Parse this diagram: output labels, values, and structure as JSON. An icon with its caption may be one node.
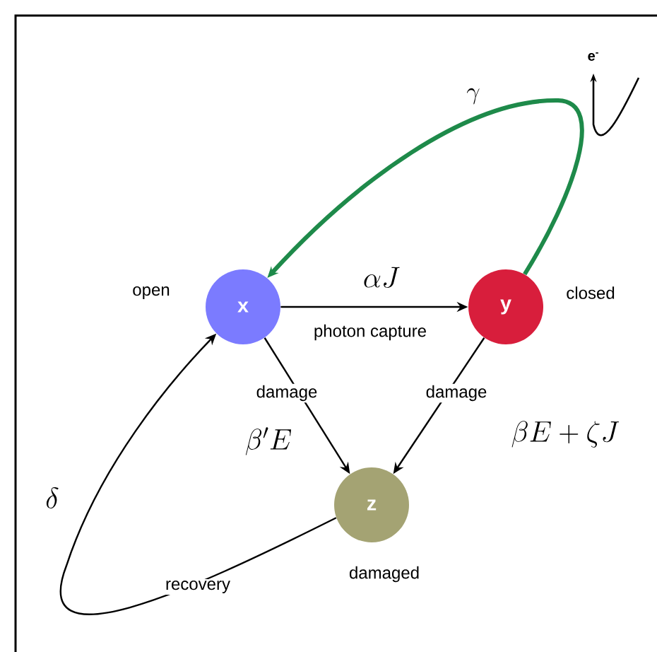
{
  "diagram": {
    "nodes": [
      {
        "text": [
          "x"
        ],
        "beside": [
          "open"
        ]
      },
      {
        "text": [
          "y"
        ],
        "beside": [
          "closed"
        ]
      },
      {
        "text": [
          "z"
        ],
        "beside": [
          "damaged"
        ]
      }
    ],
    "edges": [
      {
        "from": 0,
        "to": 1,
        "arrow": "to",
        "label": "photon capture"
      },
      {
        "from": 0,
        "to": 2,
        "arrow": "to",
        "label": "damage"
      },
      {
        "from": 1,
        "to": 2,
        "arrow": "to",
        "label": "damage"
      },
      {
        "from": 2,
        "to": 0,
        "arrow": "to",
        "label": "recovery"
      },
      {
        "from": 1,
        "to": 0,
        "arrow": "to",
        "label": "\\gamma",
        "style": "thick",
        "color": "#1e8a4a"
      }
    ],
    "labels": [
      "\\alpha J",
      "\\beta' E",
      "\\beta E+\\zeta J",
      "\\delta",
      "e$^{-}$"
    ]
  }
}
